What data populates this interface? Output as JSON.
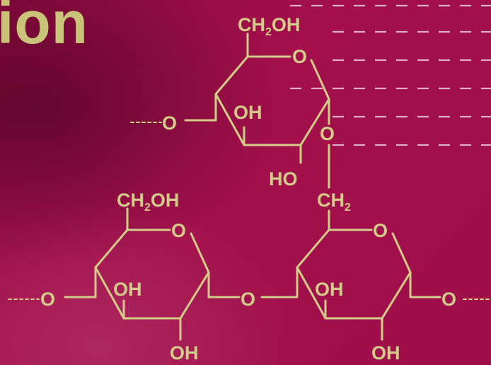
{
  "slide": {
    "title_fragment": "ion"
  },
  "molecule": {
    "top_ring": {
      "ch2oh": "CH",
      "ch2oh_sub": "2",
      "ch2oh_tail": "OH",
      "ring_o": "O",
      "oh": "OH",
      "ho": "HO",
      "left_link": "O",
      "link_o": "O"
    },
    "left_ring": {
      "ch2oh": "CH",
      "ch2oh_sub": "2",
      "ch2oh_tail": "OH",
      "ring_o": "O",
      "oh": "OH",
      "oh_bottom": "OH",
      "left_link": "O"
    },
    "glycosidic_o": "O",
    "right_ring": {
      "ch2": "CH",
      "ch2_sub": "2",
      "ring_o": "O",
      "oh": "OH",
      "oh_bottom": "OH",
      "right_link": "O"
    }
  },
  "colors": {
    "background": "#a0104a",
    "structure": "#d4cb8a",
    "title": "#c9c47a"
  }
}
